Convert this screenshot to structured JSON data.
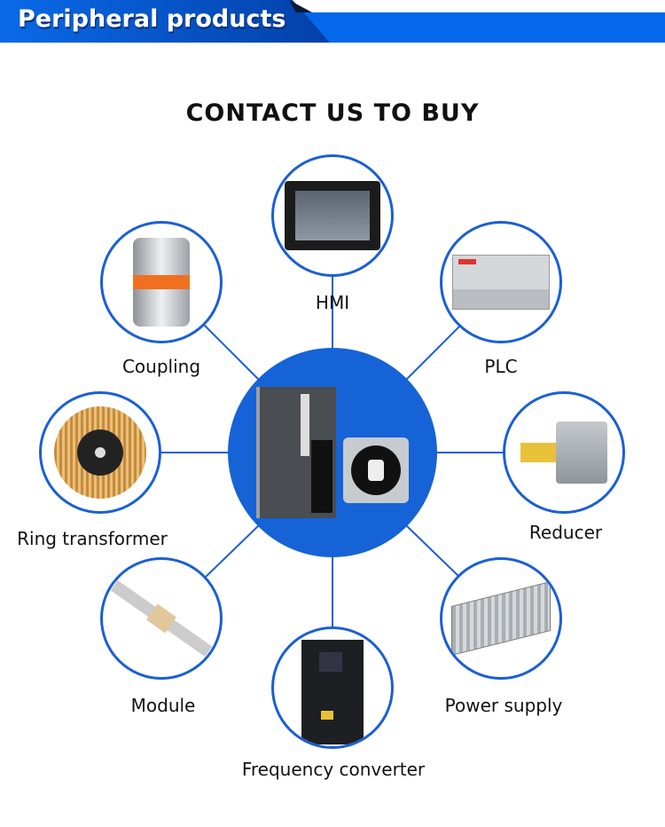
{
  "banner": {
    "title": "Peripheral products"
  },
  "headline": "CONTACT US TO BUY",
  "center": {
    "product": "servo-drive-and-motor"
  },
  "products": [
    {
      "id": "hmi",
      "label": "HMI"
    },
    {
      "id": "coupling",
      "label": "Coupling"
    },
    {
      "id": "plc",
      "label": "PLC"
    },
    {
      "id": "ring-transformer",
      "label": "Ring transformer"
    },
    {
      "id": "reducer",
      "label": "Reducer"
    },
    {
      "id": "module",
      "label": "Module"
    },
    {
      "id": "power-supply",
      "label": "Power supply"
    },
    {
      "id": "frequency-converter",
      "label": "Frequency converter"
    }
  ],
  "colors": {
    "accent": "#1563d6",
    "banner": "#0568ea"
  }
}
